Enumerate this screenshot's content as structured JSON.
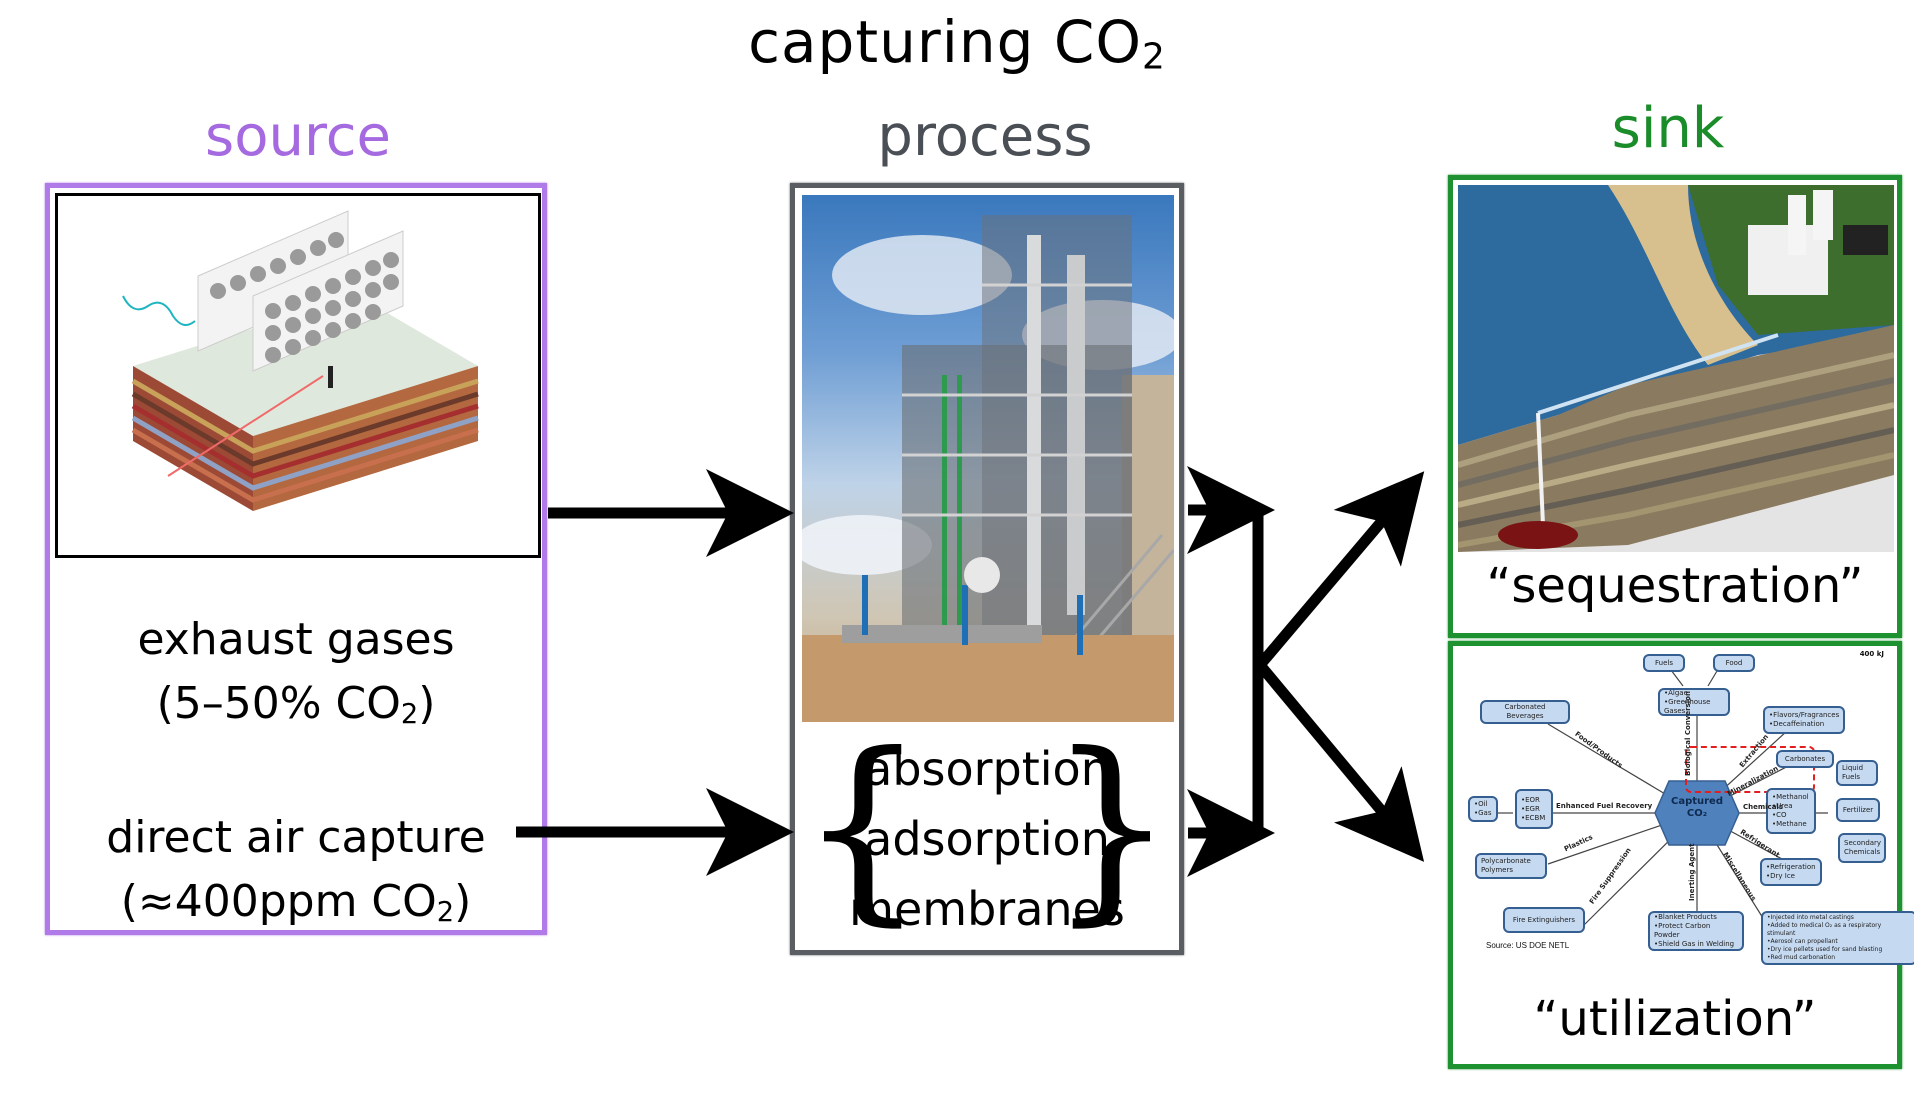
{
  "title": {
    "text": "capturing CO",
    "subscript": "2"
  },
  "columns": {
    "source": {
      "heading": "source",
      "color": "#b07ae8"
    },
    "process": {
      "heading": "process",
      "color": "#4a4e55"
    },
    "sink": {
      "heading": "sink",
      "color": "#1e9130"
    }
  },
  "source": {
    "image_label": "direct air capture plant illustration",
    "items": [
      {
        "line1": "exhaust gases",
        "line2_prefix": "(5–50% CO",
        "line2_sub": "2",
        "line2_suffix": ")"
      },
      {
        "line1": "direct air capture",
        "line2_prefix": "(≈400ppm CO",
        "line2_sub": "2",
        "line2_suffix": ")"
      }
    ]
  },
  "process": {
    "image_label": "carbon capture plant photo",
    "brace_left": "{",
    "brace_right": "}",
    "methods": [
      "absorption",
      "adsorption",
      "membranes"
    ]
  },
  "sink": {
    "sequestration": {
      "image_label": "geologic storage illustration",
      "caption": "“sequestration”"
    },
    "utilization": {
      "caption": "“utilization”",
      "energy_note": "400 kJ",
      "source_note": "Source: US DOE NETL",
      "hub": {
        "line1": "Captured",
        "line2": "CO₂"
      },
      "nodes": [
        {
          "id": "fuels",
          "lines": [
            "Fuels"
          ]
        },
        {
          "id": "food",
          "lines": [
            "Food"
          ]
        },
        {
          "id": "algae",
          "lines": [
            "•Algae",
            "•Greenhouse Gases"
          ]
        },
        {
          "id": "beverages",
          "lines": [
            "Carbonated Beverages"
          ]
        },
        {
          "id": "flavors",
          "lines": [
            "•Flavors/Fragrances",
            "•Decaffeination"
          ]
        },
        {
          "id": "carbonates",
          "lines": [
            "Carbonates"
          ]
        },
        {
          "id": "liquid-fuels",
          "lines": [
            "Liquid",
            "Fuels"
          ]
        },
        {
          "id": "oil-gas",
          "lines": [
            "•Oil",
            "•Gas"
          ]
        },
        {
          "id": "eor",
          "lines": [
            "•EOR",
            "•EGR",
            "•ECBM"
          ]
        },
        {
          "id": "chemicals",
          "lines": [
            "•Methanol",
            "•Urea",
            "•CO",
            "•Methane"
          ]
        },
        {
          "id": "fertilizer",
          "lines": [
            "Fertilizer"
          ]
        },
        {
          "id": "secondary",
          "lines": [
            "Secondary",
            "Chemicals"
          ]
        },
        {
          "id": "polymers",
          "lines": [
            "Polycarbonate",
            "Polymers"
          ]
        },
        {
          "id": "refrigeration",
          "lines": [
            "•Refrigeration",
            "•Dry Ice"
          ]
        },
        {
          "id": "extinguishers",
          "lines": [
            "Fire Extinguishers"
          ]
        },
        {
          "id": "inerting",
          "lines": [
            "•Blanket Products",
            "•Protect Carbon Powder",
            "•Shield Gas in Welding"
          ]
        },
        {
          "id": "misc",
          "lines": [
            "•Injected into metal castings",
            "•Added to medical O₂ as a respiratory stimulant",
            "•Aerosol can propellant",
            "•Dry ice pellets used for sand blasting",
            "•Red mud carbonation"
          ]
        }
      ],
      "edge_labels": {
        "food_products": "Food/Products",
        "biological": "Biological Conversion",
        "extraction": "Extraction",
        "mineralization": "Mineralization",
        "enhanced": "Enhanced Fuel Recovery",
        "chemicals": "Chemicals",
        "plastics": "Plastics",
        "refrigerant": "Refrigerant",
        "fire": "Fire Suppression",
        "inerting": "Inerting Agent",
        "misc": "Miscellaneous"
      }
    }
  }
}
